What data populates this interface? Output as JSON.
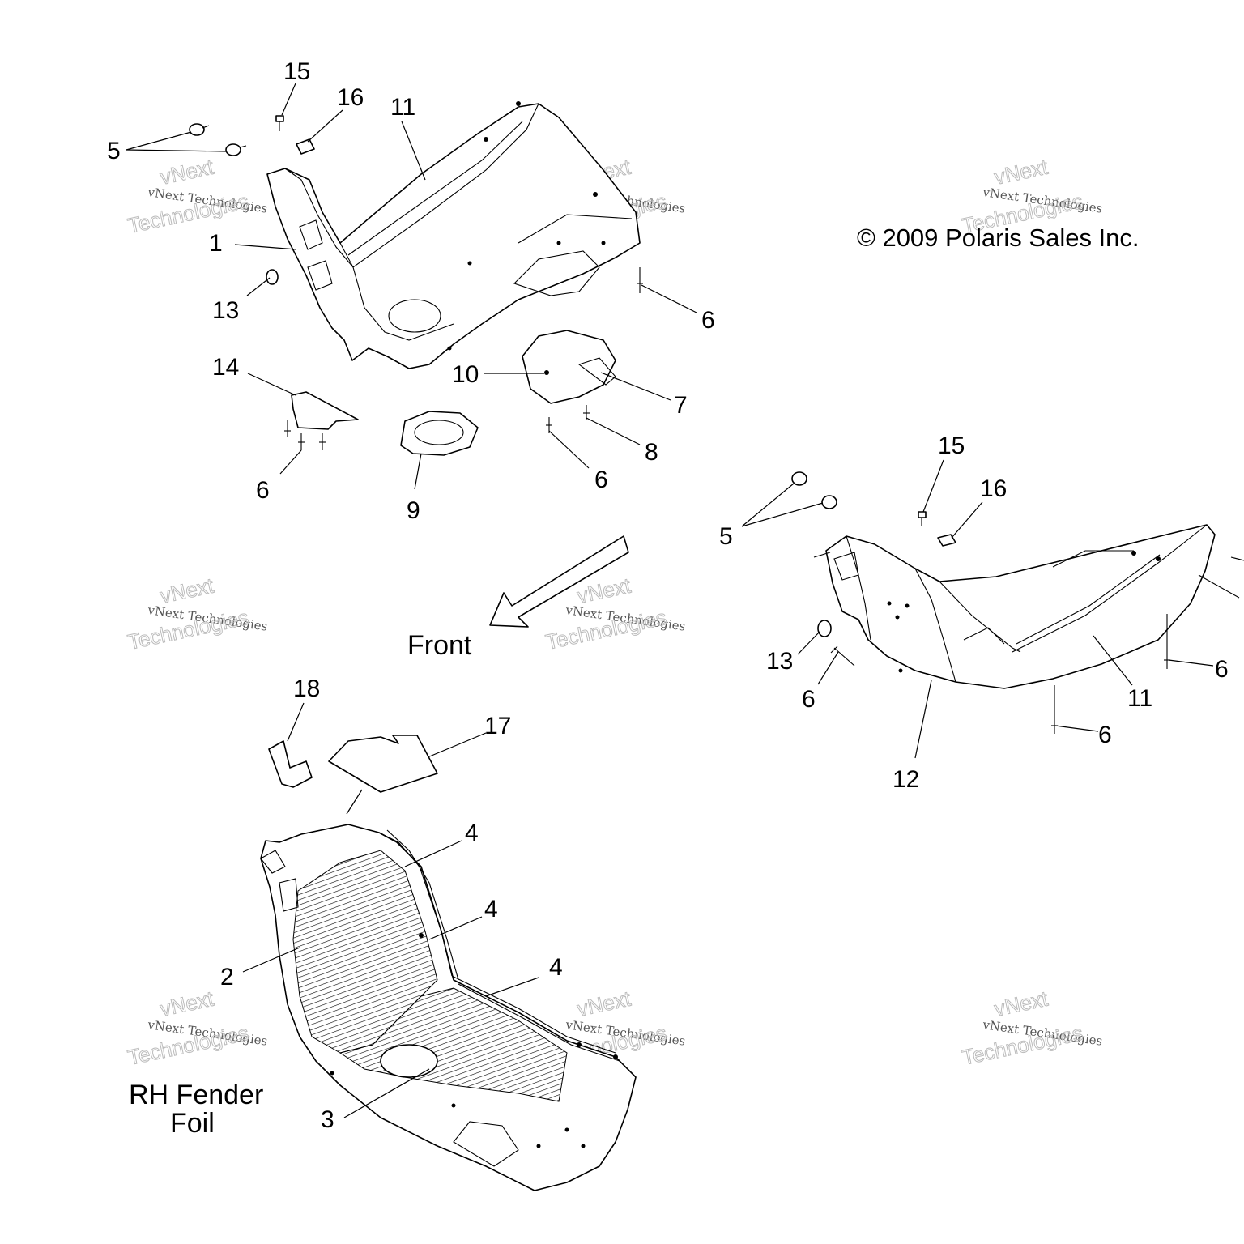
{
  "copyright": "© 2009 Polaris Sales Inc.",
  "front_label": "Front",
  "rh_label_line1": "RH Fender",
  "rh_label_line2": "Foil",
  "watermark": {
    "line1": "vNext",
    "line2": "vNext Technologies",
    "line3": "Technologies"
  },
  "callouts": {
    "c1": "1",
    "c2": "2",
    "c3": "3",
    "c4a": "4",
    "c4b": "4",
    "c4c": "4",
    "c5a": "5",
    "c5b": "5",
    "c6a": "6",
    "c6b": "6",
    "c6c": "6",
    "c6d": "6",
    "c6e": "6",
    "c6f": "6",
    "c7": "7",
    "c8": "8",
    "c9": "9",
    "c10": "10",
    "c11a": "11",
    "c11b": "11",
    "c12": "12",
    "c13a": "13",
    "c13b": "13",
    "c14": "14",
    "c15a": "15",
    "c15b": "15",
    "c16a": "16",
    "c16b": "16",
    "c17": "17",
    "c18": "18"
  }
}
